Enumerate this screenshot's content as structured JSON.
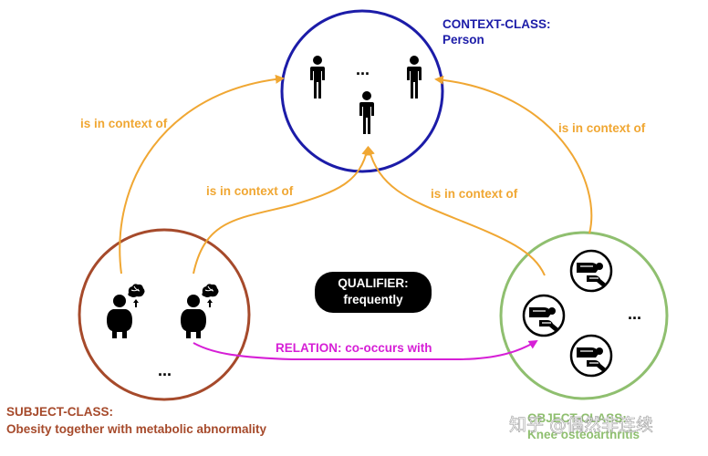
{
  "context": {
    "title": "CONTEXT-CLASS:",
    "name": "Person",
    "ellipsis": "...",
    "color": "#1c1ca8"
  },
  "subject": {
    "title": "SUBJECT-CLASS:",
    "name": "Obesity together with metabolic abnormality",
    "ellipsis": "...",
    "color": "#a64a2b"
  },
  "object": {
    "title": "OBJECT-CLASS:",
    "name": "Knee osteoarthritis",
    "ellipsis": "...",
    "color": "#8fbf6f"
  },
  "qualifier": {
    "title": "QUALIFIER:",
    "value": "frequently"
  },
  "relation": {
    "label": "RELATION: co-occurs with",
    "color": "#d61fd6"
  },
  "context_edges": {
    "label": "is in context of",
    "color": "#f0a733"
  },
  "watermark": "知乎 @偶然非连续"
}
